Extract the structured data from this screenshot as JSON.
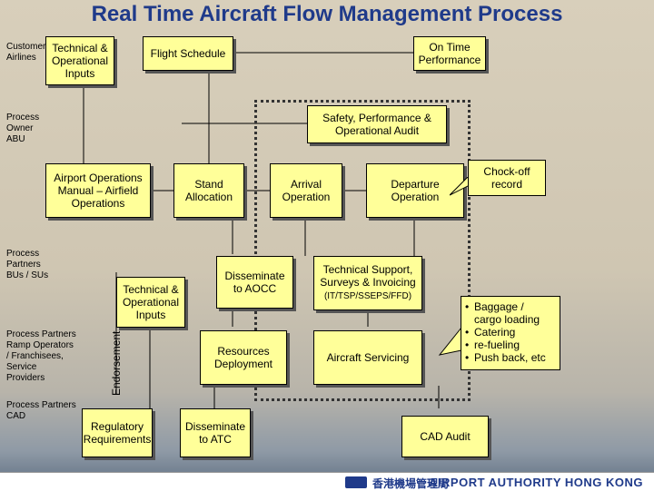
{
  "title": "Real Time Aircraft Flow Management Process",
  "lanes": {
    "customer": [
      "Customer",
      "Airlines"
    ],
    "owner": [
      "Process",
      "Owner",
      "ABU"
    ],
    "partners": [
      "Process",
      "Partners",
      "BUs / SUs"
    ],
    "ramp": [
      "Process Partners",
      "Ramp Operators",
      "/ Franchisees,",
      "Service",
      "Providers"
    ],
    "cad": [
      "Process Partners",
      "CAD"
    ]
  },
  "boxes": {
    "tech_inputs_top": "Technical & Operational Inputs",
    "flight_schedule": "Flight Schedule",
    "on_time": "On Time Performance",
    "safety_audit": "Safety, Performance & Operational Audit",
    "airport_manual": "Airport Operations Manual – Airfield Operations",
    "stand_allocation": "Stand Allocation",
    "arrival_operation": "Arrival Operation",
    "departure_operation": "Departure Operation",
    "disseminate_aocc": "Disseminate to AOCC",
    "tech_support": "Technical Support, Surveys & Invoicing",
    "tech_support_sub": "(IT/TSP/SSEPS/FFD)",
    "tech_inputs_mid": "Technical & Operational Inputs",
    "resources_deployment": "Resources Deployment",
    "aircraft_servicing": "Aircraft Servicing",
    "regulatory": "Regulatory Requirements",
    "disseminate_atc": "Disseminate to ATC",
    "cad_audit": "CAD Audit"
  },
  "endorsement": "Endorsement",
  "chockoff": "Chock-off record",
  "servicing_items": [
    "Baggage / cargo loading",
    "Catering",
    "re-fueling",
    "Push back, etc"
  ],
  "footer": {
    "logo_english": "AIRPORT AUTHORITY HONG KONG",
    "logo_chinese": "香港機場管理局"
  }
}
